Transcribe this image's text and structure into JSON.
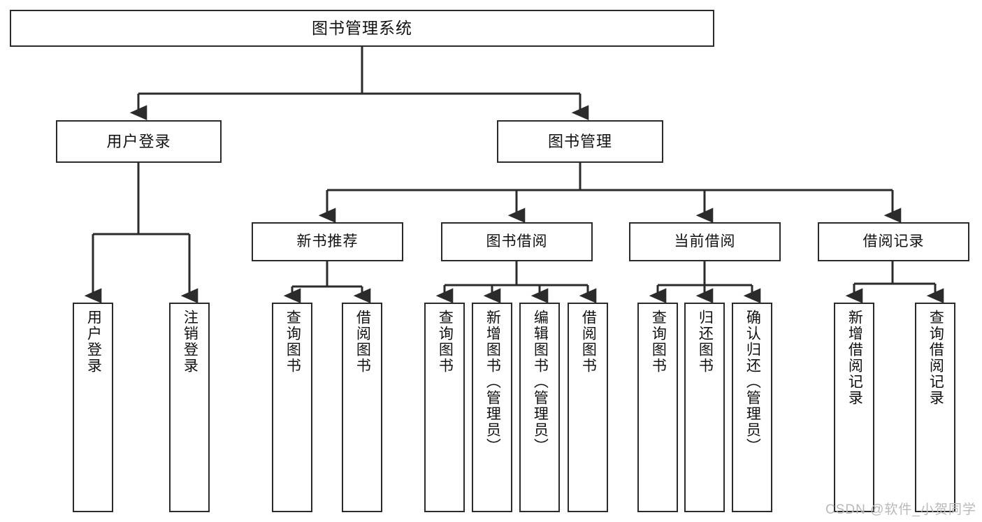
{
  "diagram": {
    "title": "图书管理系统",
    "type": "tree-hierarchy",
    "watermark": "CSDN @软件_小贺同学",
    "colors": {
      "background": "#ffffff",
      "box_border": "#2b2b2b",
      "box_fill": "#ffffff",
      "text": "#111111",
      "connector": "#2b2b2b",
      "watermark": "#b9b9b9"
    },
    "root": {
      "label": "图书管理系统"
    },
    "level1": [
      {
        "id": "user-login",
        "label": "用户登录"
      },
      {
        "id": "book-manage",
        "label": "图书管理"
      }
    ],
    "level2": [
      {
        "id": "new-book-rec",
        "label": "新书推荐",
        "parent": "book-manage"
      },
      {
        "id": "book-borrow",
        "label": "图书借阅",
        "parent": "book-manage"
      },
      {
        "id": "current-borrow",
        "label": "当前借阅",
        "parent": "book-manage"
      },
      {
        "id": "borrow-record",
        "label": "借阅记录",
        "parent": "book-manage"
      }
    ],
    "leaves": [
      {
        "id": "leaf-user-login",
        "label": "用户登录",
        "parent": "user-login"
      },
      {
        "id": "leaf-logout",
        "label": "注销登录",
        "parent": "user-login"
      },
      {
        "id": "leaf-query-book-1",
        "label": "查询图书",
        "parent": "new-book-rec"
      },
      {
        "id": "leaf-borrow-book-1",
        "label": "借阅图书",
        "parent": "new-book-rec"
      },
      {
        "id": "leaf-query-book-2",
        "label": "查询图书",
        "parent": "book-borrow"
      },
      {
        "id": "leaf-add-book",
        "label": "新增图书（管理员）",
        "parent": "book-borrow"
      },
      {
        "id": "leaf-edit-book",
        "label": "编辑图书（管理员）",
        "parent": "book-borrow"
      },
      {
        "id": "leaf-borrow-book-2",
        "label": "借阅图书",
        "parent": "book-borrow"
      },
      {
        "id": "leaf-query-book-3",
        "label": "查询图书",
        "parent": "current-borrow"
      },
      {
        "id": "leaf-return-book",
        "label": "归还图书",
        "parent": "current-borrow"
      },
      {
        "id": "leaf-confirm-return",
        "label": "确认归还（管理员）",
        "parent": "current-borrow"
      },
      {
        "id": "leaf-add-record",
        "label": "新增借阅记录",
        "parent": "borrow-record"
      },
      {
        "id": "leaf-query-record",
        "label": "查询借阅记录",
        "parent": "borrow-record"
      }
    ]
  }
}
